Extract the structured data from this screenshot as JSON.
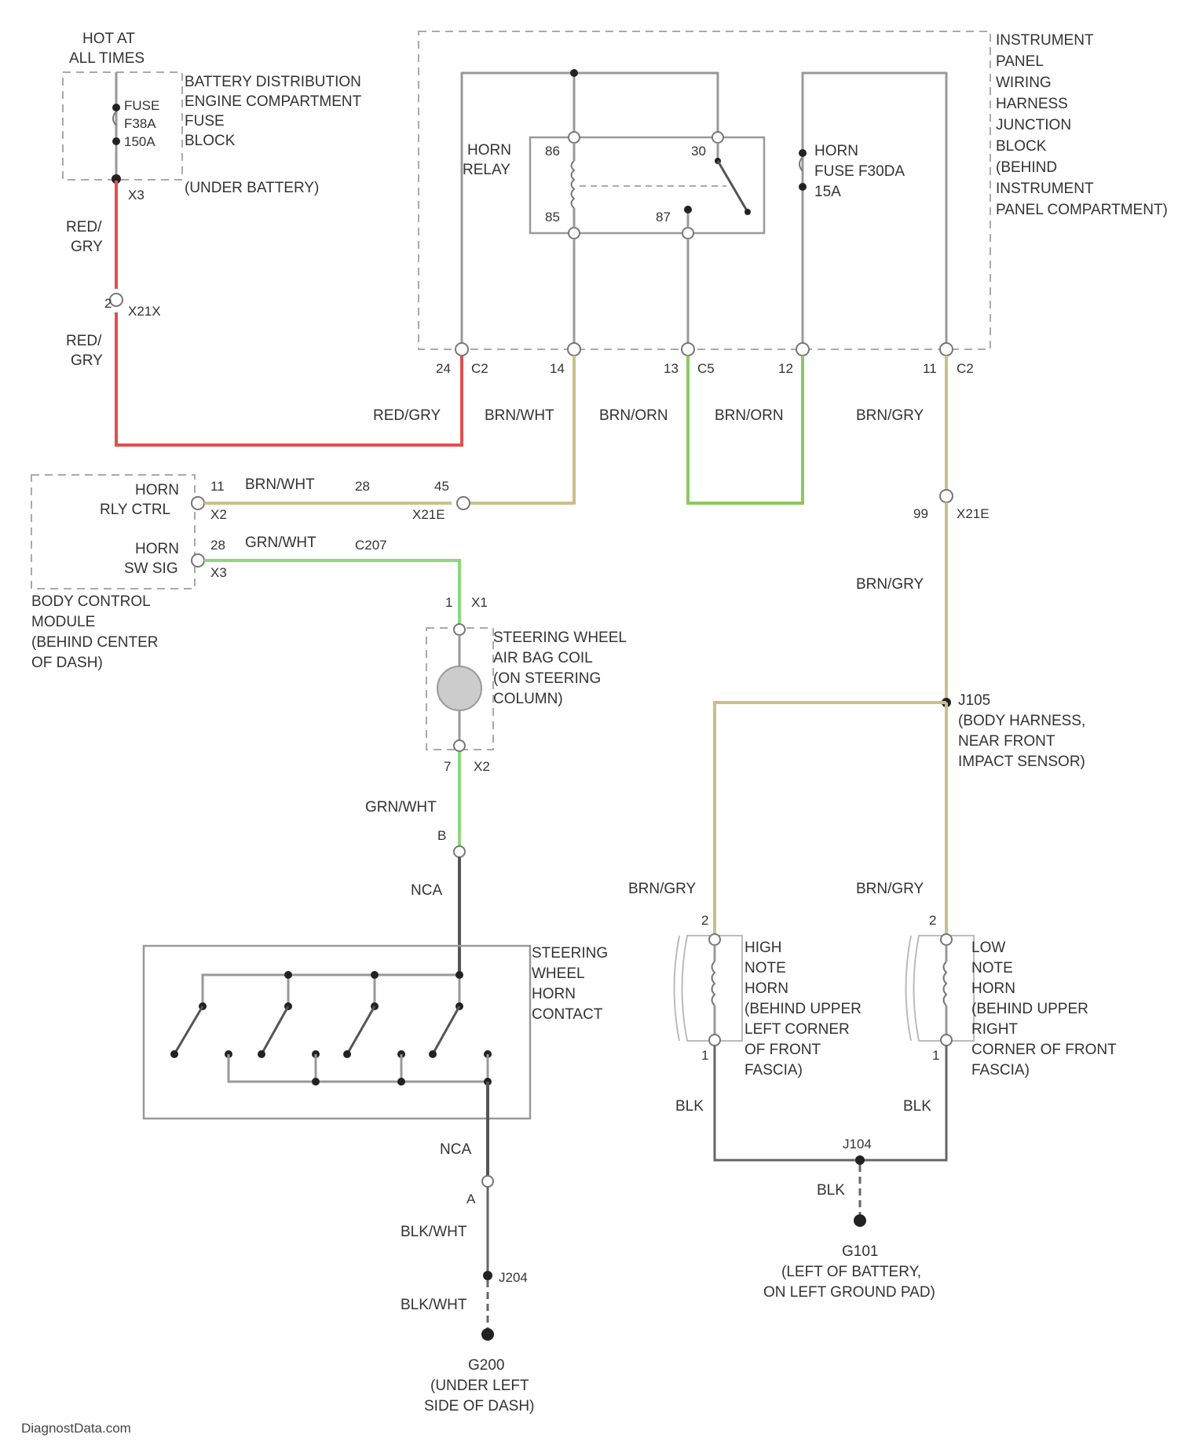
{
  "power": {
    "hot_line1": "HOT AT",
    "hot_line2": "ALL TIMES",
    "fuse_line1": "FUSE",
    "fuse_line2": "F38A",
    "fuse_line3": "150A",
    "block_line1": "BATTERY DISTRIBUTION",
    "block_line2": "ENGINE COMPARTMENT",
    "block_line3": "FUSE",
    "block_line4": "BLOCK",
    "block_line5": "(UNDER BATTERY)",
    "conn": "X3"
  },
  "wires": {
    "red_gry_a1": "RED/",
    "red_gry_a2": "GRY",
    "red_gry_b1": "RED/",
    "red_gry_b2": "GRY",
    "red_gry_c": "RED/GRY",
    "brn_wht_a": "BRN/WHT",
    "brn_org_a": "BRN/ORN",
    "brn_org_b": "BRN/ORN",
    "brn_gry_a": "BRN/GRY",
    "brn_wht_b": "BRN/WHT",
    "grn_wht_a": "GRN/WHT",
    "brn_gry_b": "BRN/GRY",
    "grn_wht_b": "GRN/WHT",
    "nca_a": "NCA",
    "nca_b": "NCA",
    "blk_wht_a": "BLK/WHT",
    "blk_wht_b": "BLK/WHT",
    "brn_gry_c": "BRN/GRY",
    "brn_gry_d": "BRN/GRY",
    "blk_a": "BLK",
    "blk_b": "BLK",
    "blk_c": "BLK"
  },
  "connectors": {
    "x21x": "X21X",
    "x21x_pin": "2",
    "c2_left": "C2",
    "pin_24": "24",
    "pin_14": "14",
    "pin_13": "13",
    "c5": "C5",
    "pin_12": "12",
    "pin_11": "11",
    "c2_right": "C2",
    "pin_11b": "11",
    "pin_28": "28",
    "pin_45": "45",
    "x2_bcm": "X2",
    "x21e": "X21E",
    "pin_28b": "28",
    "c207": "C207",
    "x3_bcm": "X3",
    "pin_99": "99",
    "x21e_right": "X21E",
    "x1": "X1",
    "pin_1": "1",
    "x2": "X2",
    "pin_7": "7",
    "pin_b": "B",
    "pin_a": "A",
    "pin_2_high": "2",
    "pin_1_high": "1",
    "pin_2_low": "2",
    "pin_1_low": "1"
  },
  "ipjb": {
    "line1": "INSTRUMENT",
    "line2": "PANEL",
    "line3": "WIRING",
    "line4": "HARNESS",
    "line5": "JUNCTION",
    "line6": "BLOCK",
    "line7": "(BEHIND",
    "line8": "INSTRUMENT",
    "line9": "PANEL COMPARTMENT)",
    "relay_line1": "HORN",
    "relay_line2": "RELAY",
    "pin_86": "86",
    "pin_30": "30",
    "pin_85": "85",
    "pin_87": "87",
    "fuse_line1": "HORN",
    "fuse_line2": "FUSE F30DA",
    "fuse_line3": "15A"
  },
  "bcm": {
    "horn_rly1": "HORN",
    "horn_rly2": "RLY CTRL",
    "horn_sw1": "HORN",
    "horn_sw2": "SW SIG",
    "name1": "BODY CONTROL",
    "name2": "MODULE",
    "name3": "(BEHIND CENTER",
    "name4": "OF DASH)"
  },
  "clockspring": {
    "line1": "STEERING WHEEL",
    "line2": "AIR BAG COIL",
    "line3": "(ON STEERING",
    "line4": "COLUMN)"
  },
  "horn_contact": {
    "line1": "STEERING",
    "line2": "WHEEL",
    "line3": "HORN",
    "line4": "CONTACT"
  },
  "splices": {
    "j105_1": "J105",
    "j105_2": "(BODY HARNESS,",
    "j105_3": "NEAR FRONT",
    "j105_4": "IMPACT SENSOR)",
    "j104": "J104",
    "j204": "J204"
  },
  "high_horn": {
    "line1": "HIGH",
    "line2": "NOTE",
    "line3": "HORN",
    "line4": "(BEHIND UPPER",
    "line5": "LEFT CORNER",
    "line6": "OF FRONT",
    "line7": "FASCIA)"
  },
  "low_horn": {
    "line1": "LOW",
    "line2": "NOTE",
    "line3": "HORN",
    "line4": "(BEHIND UPPER",
    "line5": "RIGHT",
    "line6": "CORNER OF FRONT",
    "line7": "FASCIA)"
  },
  "grounds": {
    "g101_1": "G101",
    "g101_2": "(LEFT OF BATTERY,",
    "g101_3": "ON LEFT GROUND PAD)",
    "g200_1": "G200",
    "g200_2": "(UNDER LEFT",
    "g200_3": "SIDE OF DASH)"
  },
  "watermark": "DiagnostData.com",
  "colors": {
    "red_gry": "#e05050",
    "brn_wht": "#c9c089",
    "grn_wht": "#8fd67f",
    "brn_orn": "#8cc860",
    "frame": "#aaaaaa"
  }
}
